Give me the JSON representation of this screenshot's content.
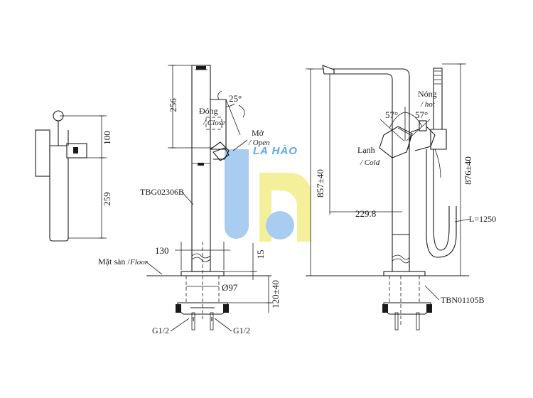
{
  "dimensions": {
    "d100": "100",
    "d259": "259",
    "d256": "256",
    "angle_left": "25°",
    "d130": "130",
    "d15": "15",
    "d97": "Ø97",
    "d120": "120±40",
    "d857": "857±40",
    "d876": "876±40",
    "d229": "229.8",
    "angle_57a": "57°",
    "angle_57b": "57°",
    "hose": "L=1250"
  },
  "labels": {
    "close_vi": "Đóng",
    "close_en": "/ Close",
    "open_vi": "Mở",
    "open_en": "/ Open",
    "part_left": "TBG02306B",
    "floor_vi": "Mặt sàn /",
    "floor_en": "Floor",
    "g_left": "G1/2",
    "g_right": "G1/2",
    "cold_vi": "Lạnh",
    "cold_en": "/ Cold",
    "hot_vi": "Nóng",
    "hot_en": "/ hot",
    "part_right": "TBN01105B"
  },
  "watermark": {
    "text": "LA HÀO",
    "colors": {
      "blue": "#a9cdf0",
      "yellow": "#f3ef9a",
      "text": "#5aa9e6"
    }
  }
}
